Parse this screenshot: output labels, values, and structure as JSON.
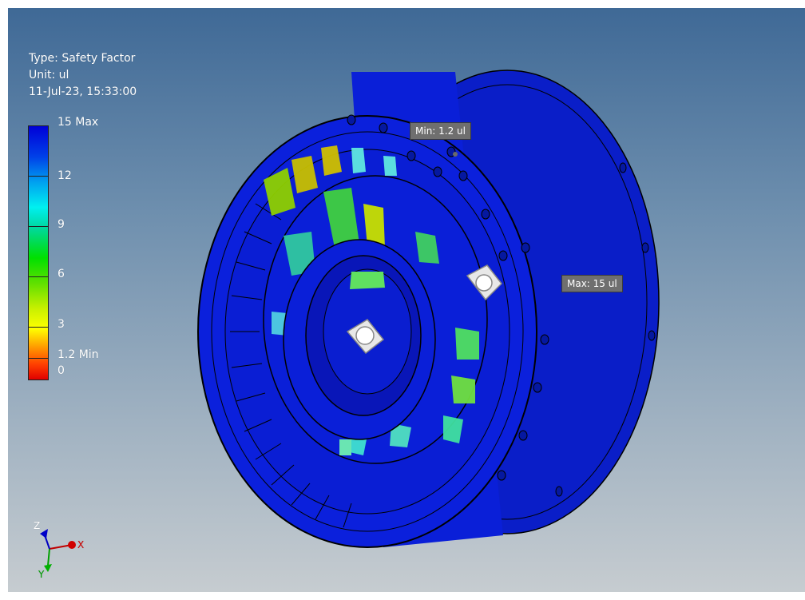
{
  "result": {
    "type_label": "Type: Safety Factor",
    "unit_label": "Unit: ul",
    "timestamp": "11-Jul-23, 15:33:00"
  },
  "legend": {
    "labels": [
      "15 Max",
      "12",
      "9",
      "6",
      "3",
      "1.2 Min",
      "0"
    ]
  },
  "probes": {
    "min_label": "Min: 1.2 ul",
    "max_label": "Max: 15 ul"
  },
  "axes": {
    "z": "Z",
    "x": "X",
    "y": "Y"
  },
  "colors": {
    "model_blue": "#0a1fd8",
    "min_red": "#e00000",
    "max_blue": "#0000d8"
  }
}
